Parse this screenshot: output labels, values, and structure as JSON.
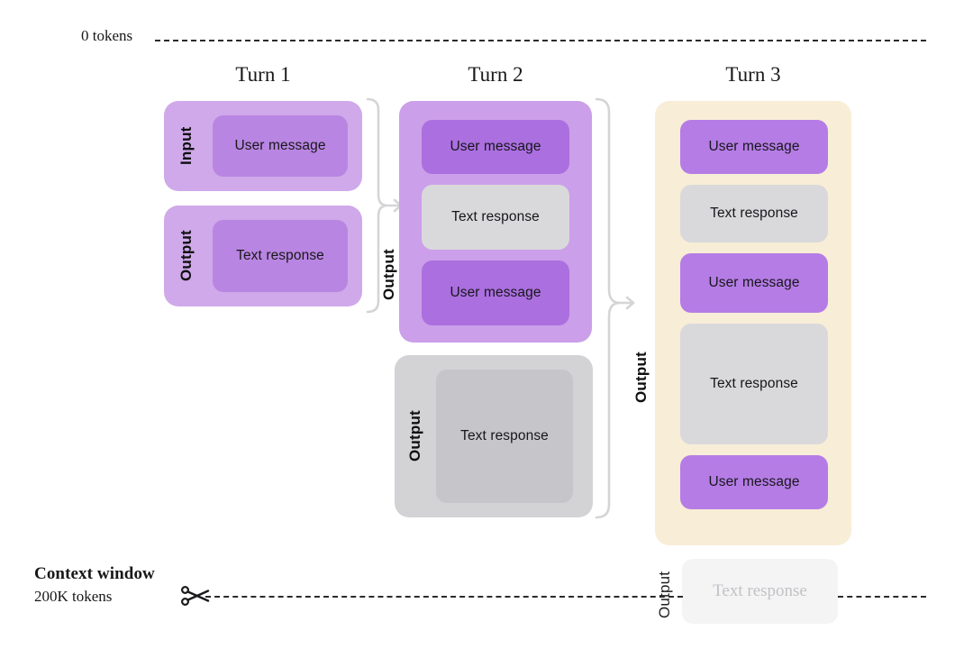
{
  "diagram": {
    "title_top": "0 tokens",
    "context_window": {
      "title": "Context window",
      "subtitle": "200K tokens"
    },
    "scissors_icon": "scissors-icon",
    "labels": {
      "input": "Input",
      "output": "Output",
      "user_message": "User message",
      "text_response": "Text response"
    },
    "colors": {
      "user_message_purple": "#ab6fe0",
      "user_message_purple_light": "#b985e2",
      "group_purple": "#cfa9ea",
      "text_response_grey": "#d9d9db",
      "group_grey": "#d3d3d6",
      "group_cream": "#f8edd6",
      "clipped_grey": "#f4f4f5",
      "bracket_grey": "#d5d5d8",
      "dash_black": "#2b2b2e"
    },
    "turns": [
      {
        "heading": "Turn 1",
        "input_group": {
          "label": "Input",
          "blocks": [
            {
              "kind": "user",
              "text": "User message"
            }
          ]
        },
        "output_group": {
          "label": "Output",
          "blocks": [
            {
              "kind": "text",
              "text": "Text response"
            }
          ]
        },
        "connector_label": "Output"
      },
      {
        "heading": "Turn 2",
        "input_group": {
          "blocks": [
            {
              "kind": "user",
              "text": "User message"
            },
            {
              "kind": "text",
              "text": "Text response"
            },
            {
              "kind": "user",
              "text": "User message"
            }
          ]
        },
        "output_group": {
          "label": "Output",
          "blocks": [
            {
              "kind": "text",
              "text": "Text response"
            }
          ]
        },
        "connector_label": "Output"
      },
      {
        "heading": "Turn 3",
        "connector_label": "Output",
        "context_group": {
          "blocks": [
            {
              "kind": "user",
              "text": "User message"
            },
            {
              "kind": "text",
              "text": "Text response"
            },
            {
              "kind": "user",
              "text": "User message"
            },
            {
              "kind": "text",
              "text": "Text response"
            },
            {
              "kind": "user",
              "text": "User message"
            }
          ]
        },
        "clipped_output": {
          "label": "Output",
          "text": "Text response"
        }
      }
    ]
  }
}
